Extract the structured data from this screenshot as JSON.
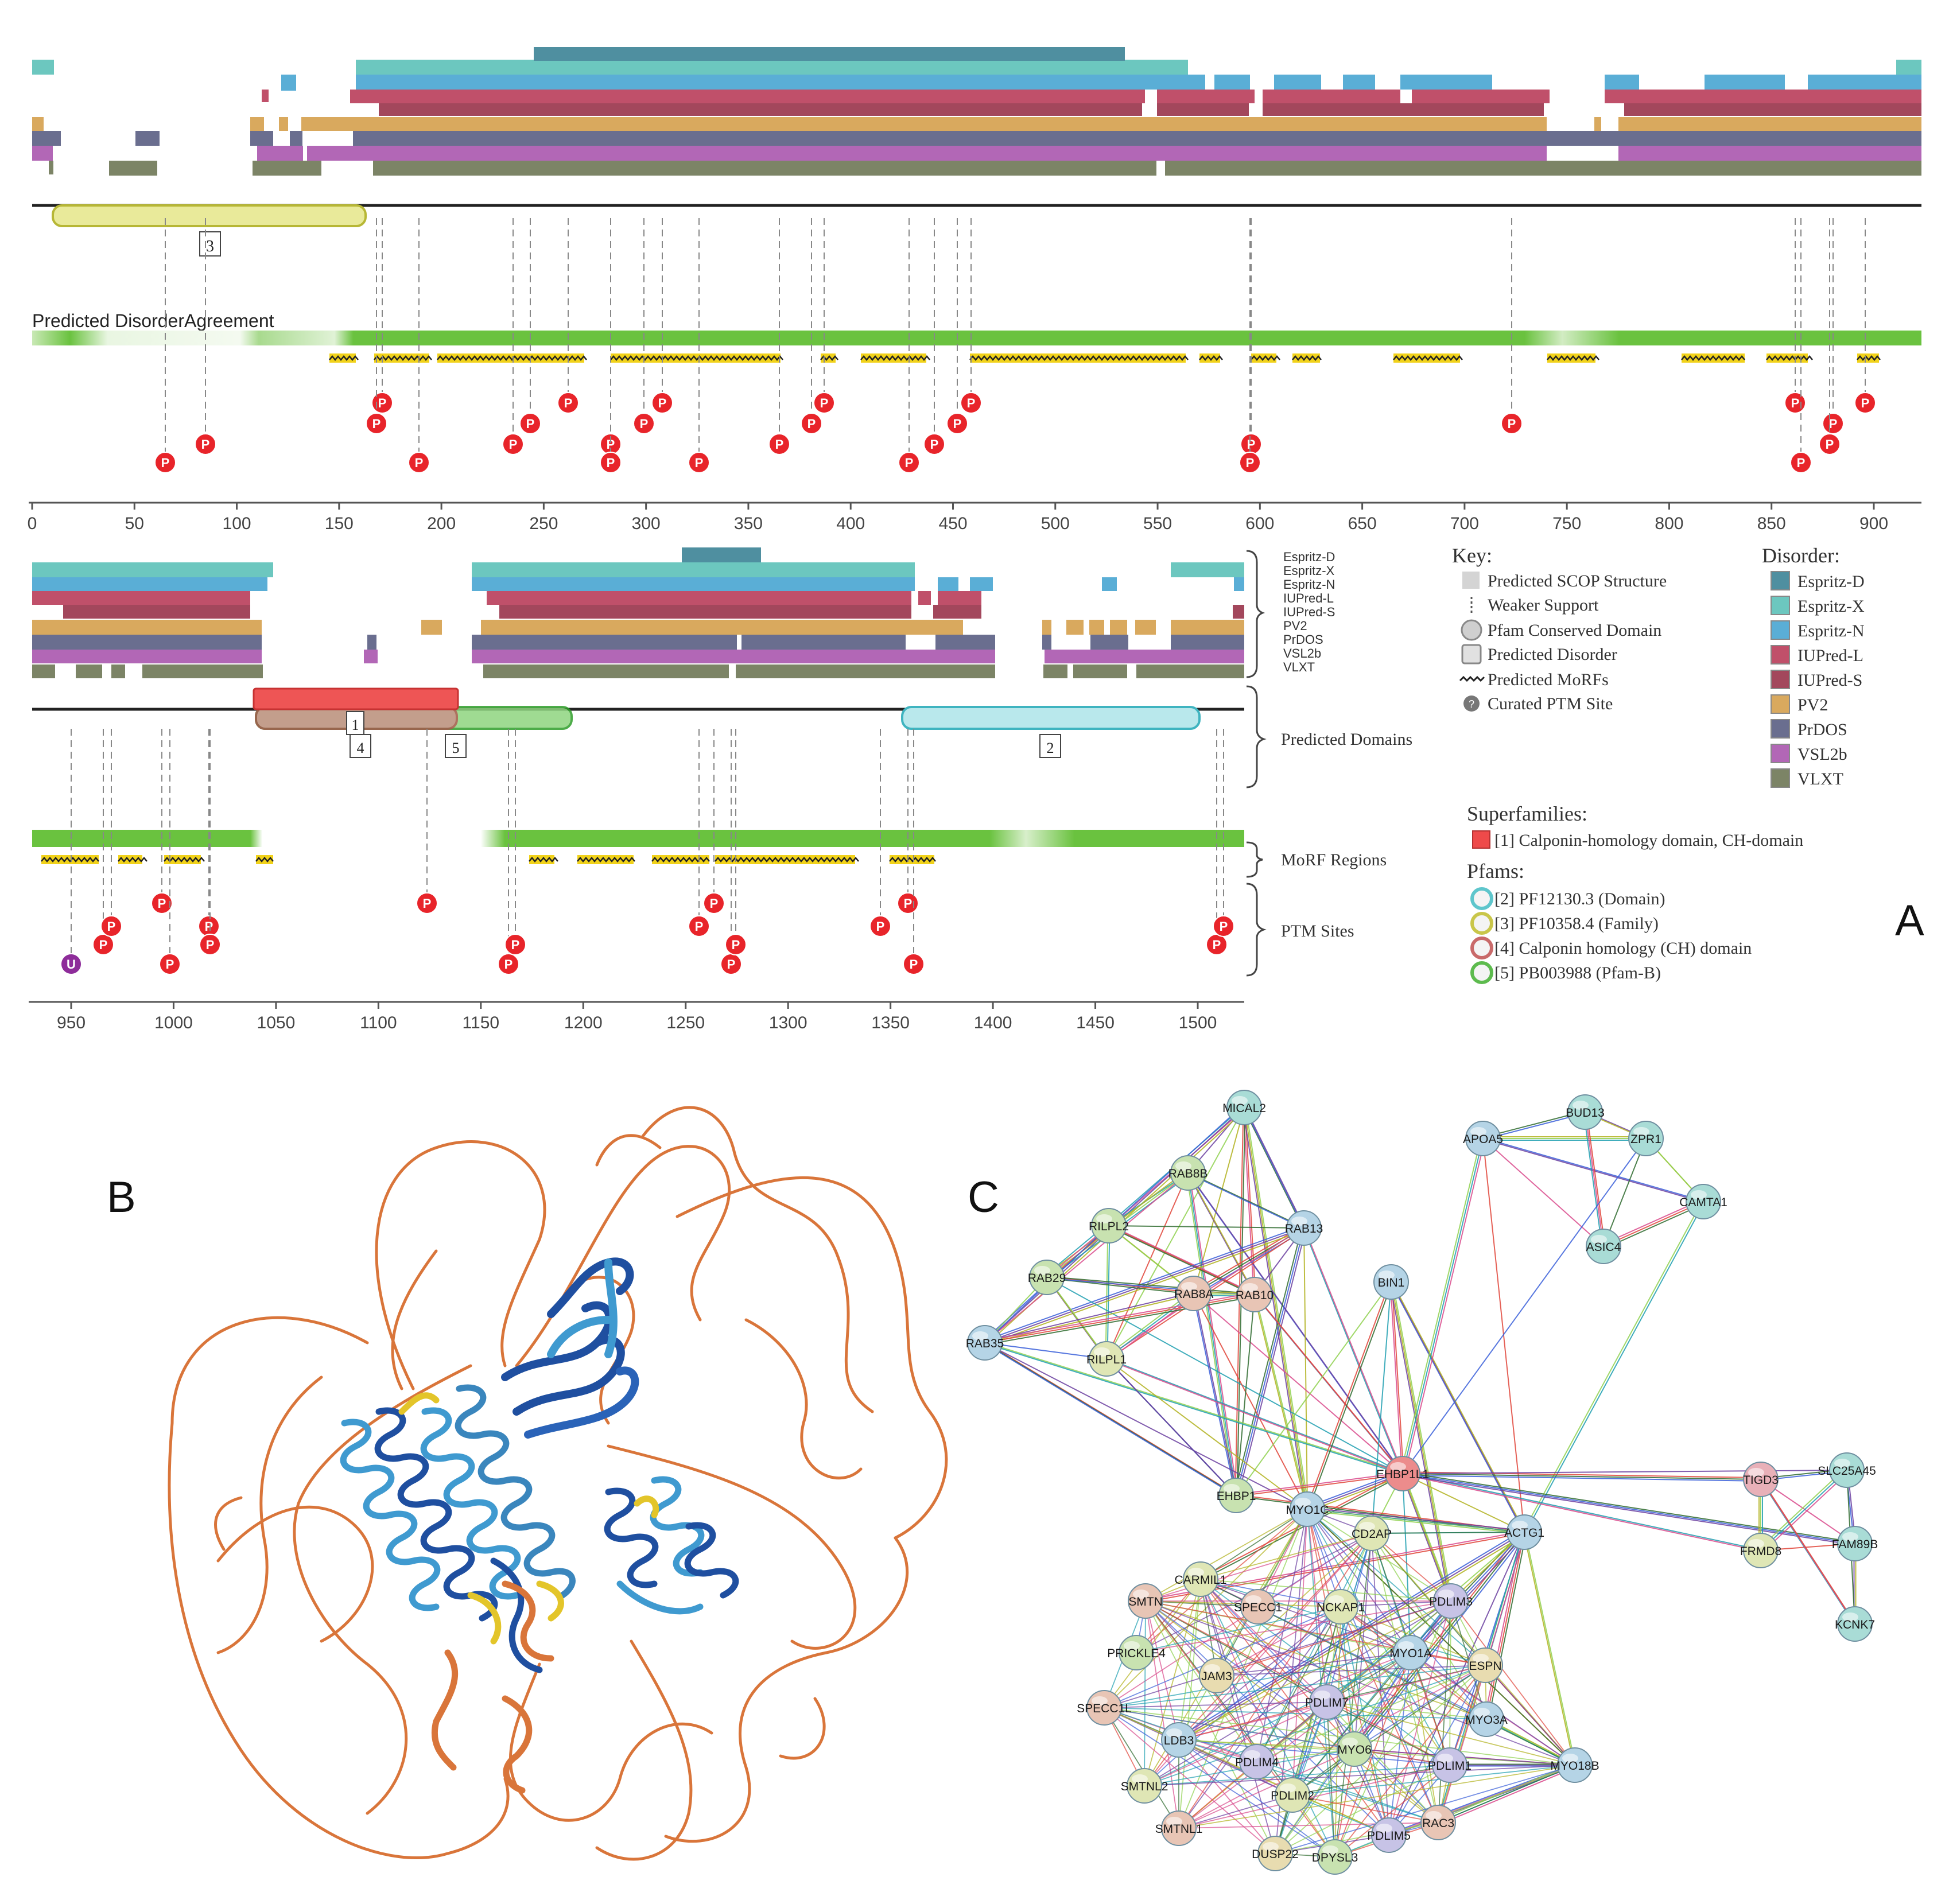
{
  "panels": {
    "a": {
      "letter": "A",
      "agreement_label": "Predicted DisorderAgreement",
      "domain_numbers": [
        "3",
        "1",
        "4",
        "5",
        "2"
      ],
      "axis_top": [
        "0",
        "50",
        "100",
        "150",
        "200",
        "250",
        "300",
        "350",
        "400",
        "450",
        "500",
        "550",
        "600",
        "650",
        "700",
        "750",
        "800",
        "850",
        "900"
      ],
      "axis_bottom": [
        "950",
        "1000",
        "1050",
        "1100",
        "1150",
        "1200",
        "1250",
        "1300",
        "1350",
        "1400",
        "1450",
        "1500"
      ],
      "track_names": [
        "Espritz-D",
        "Espritz-X",
        "Espritz-N",
        "IUPred-L",
        "IUPred-S",
        "PV2",
        "PrDOS",
        "VSL2b",
        "VLXT"
      ],
      "brace_labels": [
        "Predicted Domains",
        "MoRF Regions",
        "PTM Sites"
      ],
      "key": {
        "title": "Key:",
        "items": [
          "Predicted SCOP Structure",
          "Weaker Support",
          "Pfam Conserved Domain",
          "Predicted Disorder",
          "Predicted MoRFs",
          "Curated PTM Site"
        ]
      },
      "disorder": {
        "title": "Disorder:",
        "items": [
          {
            "label": "Espritz-D",
            "color": "#4f8fa0"
          },
          {
            "label": "Espritz-X",
            "color": "#6cc7bf"
          },
          {
            "label": "Espritz-N",
            "color": "#5aaed6"
          },
          {
            "label": "IUPred-L",
            "color": "#c0506a"
          },
          {
            "label": "IUPred-S",
            "color": "#a3475c"
          },
          {
            "label": "PV2",
            "color": "#d9a95e"
          },
          {
            "label": "PrDOS",
            "color": "#6a6e8f"
          },
          {
            "label": "VSL2b",
            "color": "#b267b6"
          },
          {
            "label": "VLXT",
            "color": "#7c8466"
          }
        ]
      },
      "superfamilies": {
        "title": "Superfamilies:",
        "items": [
          "[1] Calponin-homology domain, CH-domain"
        ]
      },
      "pfams": {
        "title": "Pfams:",
        "items": [
          {
            "label": "[2] PF12130.3 (Domain)",
            "color": "#5ec6cc"
          },
          {
            "label": "[3] PF10358.4 (Family)",
            "color": "#c9c64a"
          },
          {
            "label": "[4] Calponin homology (CH) domain",
            "color": "#c96a6a"
          },
          {
            "label": "[5] PB003988 (Pfam-B)",
            "color": "#5dbb4e"
          }
        ]
      },
      "ptm_symbols": {
        "phospho": "P",
        "ubiquitin": "U"
      }
    },
    "b": {
      "letter": "B"
    },
    "c": {
      "letter": "C",
      "nodes": [
        "MICAL2",
        "BUD13",
        "APOA5",
        "ZPR1",
        "RAB8B",
        "CAMTA1",
        "RILPL2",
        "RAB13",
        "ASIC4",
        "RAB29",
        "BIN1",
        "RAB8A",
        "RAB10",
        "RAB35",
        "RILPL1",
        "EHBP1L1",
        "TIGD3",
        "SLC25A45",
        "EHBP1",
        "MYO1C",
        "CD2AP",
        "ACTG1",
        "FRMD8",
        "FAM89B",
        "CARMIL1",
        "SMTN",
        "SPECC1",
        "NCKAP1",
        "PDLIM3",
        "KCNK7",
        "PRICKLE4",
        "MYO1A",
        "ESPN",
        "JAM3",
        "SPECC1L",
        "PDLIM7",
        "MYO3A",
        "LDB3",
        "MYO6",
        "PDLIM4",
        "PDLIM1",
        "MYO18B",
        "SMTNL2",
        "PDLIM2",
        "RAC3",
        "SMTNL1",
        "PDLIM5",
        "DUSP22",
        "DPYSL3"
      ]
    }
  },
  "colors": {
    "disorder_green": "#6ac23f",
    "morf_yellow": "#f1d21a",
    "ptm_red": "#e8242a",
    "ubiquitin_purple": "#8e2c9a",
    "ribbon_orange": "#d9753a",
    "ribbon_blue": "#1f4fa0",
    "ribbon_lightblue": "#3f9ad0",
    "ribbon_yellow": "#e3c52a"
  }
}
